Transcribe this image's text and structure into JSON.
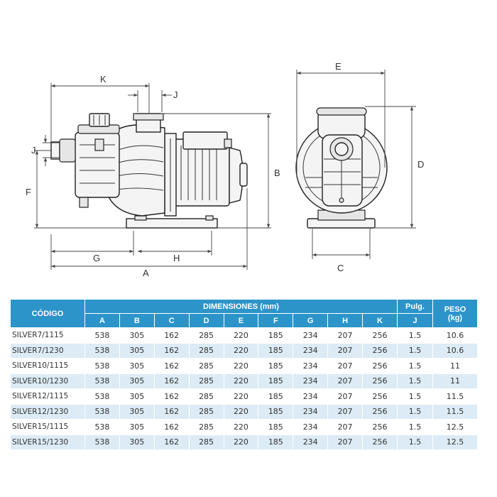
{
  "drawing": {
    "labels": {
      "K": "K",
      "J_top": "J",
      "J_left": "J",
      "F": "F",
      "B": "B",
      "G": "G",
      "H": "H",
      "A": "A",
      "E": "E",
      "D": "D",
      "C": "C"
    }
  },
  "table": {
    "header_code": "CÓDIGO",
    "header_dimensions": "DIMENSIONES (mm)",
    "header_pulg": "Pulg.",
    "header_peso_1": "PESO",
    "header_peso_2": "(kg)",
    "sub_columns": [
      "A",
      "B",
      "C",
      "D",
      "E",
      "F",
      "G",
      "H",
      "K",
      "J"
    ],
    "rows": [
      [
        "SILVER7/1115",
        "538",
        "305",
        "162",
        "285",
        "220",
        "185",
        "234",
        "207",
        "256",
        "1.5",
        "10.6"
      ],
      [
        "SILVER7/1230",
        "538",
        "305",
        "162",
        "285",
        "220",
        "185",
        "234",
        "207",
        "256",
        "1.5",
        "10.6"
      ],
      [
        "SILVER10/1115",
        "538",
        "305",
        "162",
        "285",
        "220",
        "185",
        "234",
        "207",
        "256",
        "1.5",
        "11"
      ],
      [
        "SILVER10/1230",
        "538",
        "305",
        "162",
        "285",
        "220",
        "185",
        "234",
        "207",
        "256",
        "1.5",
        "11"
      ],
      [
        "SILVER12/1115",
        "538",
        "305",
        "162",
        "285",
        "220",
        "185",
        "234",
        "207",
        "256",
        "1.5",
        "11.5"
      ],
      [
        "SILVER12/1230",
        "538",
        "305",
        "162",
        "285",
        "220",
        "185",
        "234",
        "207",
        "256",
        "1.5",
        "11.5"
      ],
      [
        "SILVER15/1115",
        "538",
        "305",
        "162",
        "285",
        "220",
        "185",
        "234",
        "207",
        "256",
        "1.5",
        "12.5"
      ],
      [
        "SILVER15/1230",
        "538",
        "305",
        "162",
        "285",
        "220",
        "185",
        "234",
        "207",
        "256",
        "1.5",
        "12.5"
      ]
    ]
  },
  "colors": {
    "header_blue": "#2c94c8",
    "row_alt": "#dcebf5"
  }
}
